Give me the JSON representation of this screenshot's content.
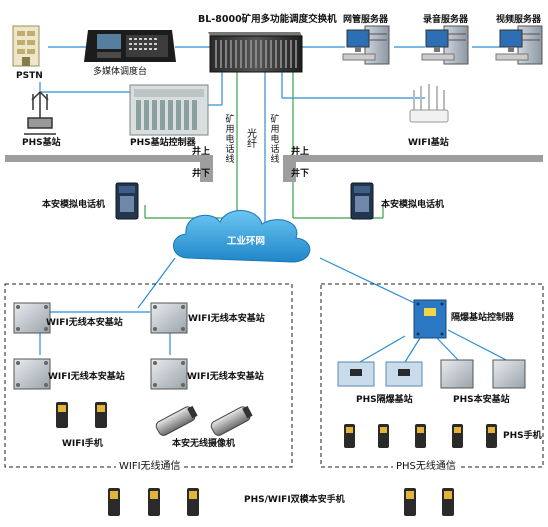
{
  "diagram": {
    "switch_label": "BL-8000矿用多功能调度交换机",
    "servers": {
      "network_mgmt": "网管服务器",
      "recording": "录音服务器",
      "video": "视频服务器"
    },
    "pstn": "PSTN",
    "console": "多媒体调度台",
    "phs_station": "PHS基站",
    "phs_controller": "PHS基站控制器",
    "wifi_station": "WIFI基站",
    "vertical_labels": {
      "mine_phone_line_left": "矿用电话线",
      "fiber": "光纤",
      "mine_phone_line_right": "矿用电话线"
    },
    "surface_above": "井上",
    "surface_below": "井下",
    "intrinsic_phone_left": "本安模拟电话机",
    "intrinsic_phone_right": "本安模拟电话机",
    "ring_network": "工业环网",
    "wifi_base_1": "WIFI无线本安基站",
    "wifi_base_2": "WIFI无线本安基站",
    "wifi_base_3": "WIFI无线本安基站",
    "wifi_base_4": "WIFI无线本安基站",
    "wifi_phone": "WIFI手机",
    "wireless_camera": "本安无线摄像机",
    "wifi_section": "WIFI无线通信",
    "explosion_controller": "隔爆基站控制器",
    "phs_explosion_station": "PHS隔爆基站",
    "phs_intrinsic_station": "PHS本安基站",
    "phs_phone": "PHS手机",
    "phs_section": "PHS无线通信",
    "dual_mode_phone": "PHS/WIFI双模本安手机"
  }
}
